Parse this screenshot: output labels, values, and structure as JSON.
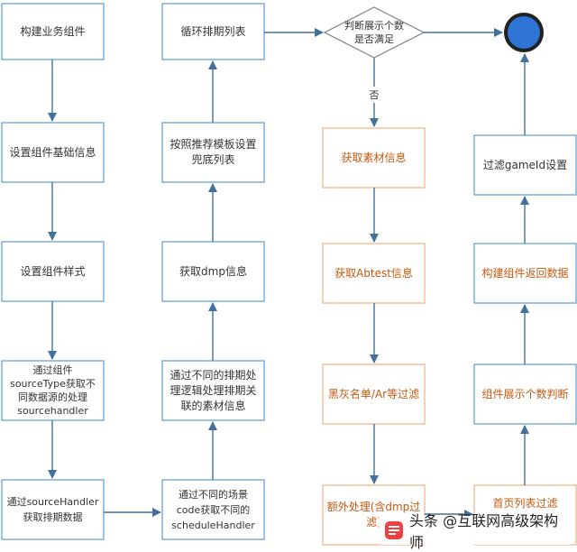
{
  "nodes": {
    "build_business_component": "构建业务组件",
    "set_component_basic_info": "设置组件基础信息",
    "set_component_style": "设置组件样式",
    "get_schedule_by_source_type": "通过组件\nsourceType获取不\n同数据源的处理\nsourcehandler",
    "get_schedule_data": "通过sourceHandler\n获取排期数据",
    "loop_schedule_list": "循环排期列表",
    "set_fallback_list": "按照推荐模板设置\n兜底列表",
    "get_dmp_info": "获取dmp信息",
    "process_schedule_logic": "通过不同的排期处\n理逻辑处理排期关\n联的素材信息",
    "get_schedule_handler": "通过不同的场景\ncode获取不同的\nscheduleHandler",
    "check_count_decision": "判断展示个数\n是否满足",
    "decision_no_label": "否",
    "get_material_info": "获取素材信息",
    "get_abtest_info": "获取Abtest信息",
    "blacklist_filter": "黑灰名单/Ar等过滤",
    "extra_processing": "额外处理(含dmp过\n滤)",
    "filter_gameid": "过滤gameId设置",
    "build_component_return": "构建组件返回数据",
    "component_count_judge": "组件展示个数判断",
    "first_page_filter": "首页列表过滤"
  },
  "watermark": "头条 @互联网高级架构师",
  "colors": {
    "blue_border": "#5b9bd5",
    "orange_border": "#f4b183",
    "orange_text": "#c55a11",
    "arrow": "#41719c",
    "end_fill": "#2e75d6"
  }
}
